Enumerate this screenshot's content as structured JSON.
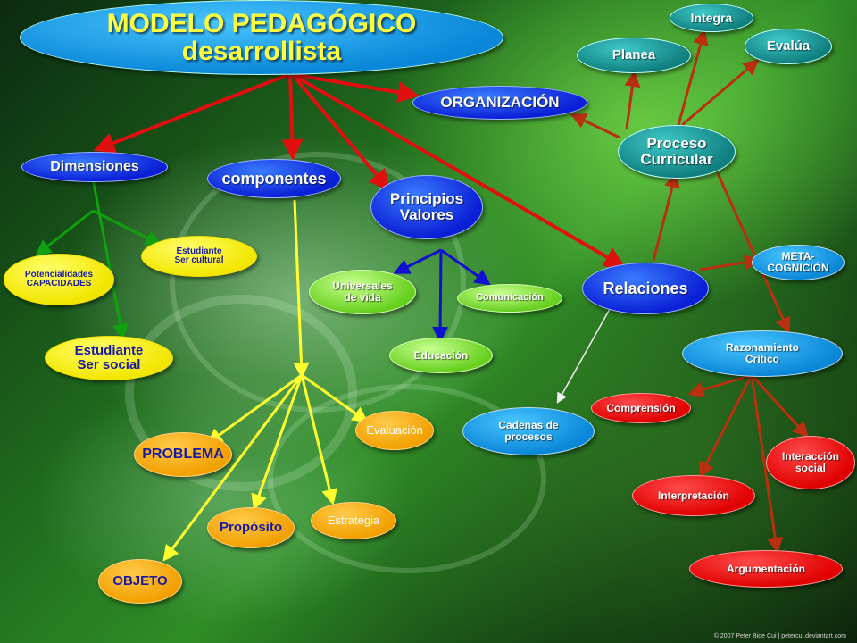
{
  "title": {
    "line1": "MODELO PEDAGÓGICO",
    "line2": "desarrollista"
  },
  "nodes": {
    "dimensiones": "Dimensiones",
    "componentes": "componentes",
    "principios_line1": "Principios",
    "principios_line2": "Valores",
    "organizacion": "ORGANIZACIÓN",
    "planea": "Planea",
    "integra": "Integra",
    "evalua": "Evalúa",
    "proceso_line1": "Proceso",
    "proceso_line2": "Curricular",
    "potencialidades_line1": "Potencialidades",
    "potencialidades_line2": "CAPACIDADES",
    "estudiante_cultural_line1": "Estudiante",
    "estudiante_cultural_line2": "Ser cultural",
    "estudiante_social_line1": "Estudiante",
    "estudiante_social_line2": "Ser social",
    "universales_line1": "Universales",
    "universales_line2": "de vida",
    "comunicacion": "Comunicación",
    "educacion": "Educación",
    "relaciones": "Relaciones",
    "meta_line1": "META-",
    "meta_line2": "COGNICIÓN",
    "razonamiento_line1": "Razonamiento",
    "razonamiento_line2": "Crítico",
    "comprension": "Comprensión",
    "interaccion_line1": "Interacción",
    "interaccion_line2": "social",
    "interpretacion": "Interpretación",
    "argumentacion": "Argumentación",
    "cadenas_line1": "Cadenas de",
    "cadenas_line2": "procesos",
    "evaluacion": "Evaluación",
    "problema": "PROBLEMA",
    "estrategia": "Estrategia",
    "proposito": "Propósito",
    "objeto": "OBJETO"
  },
  "credit": "© 2007 Peter Bide Cui | petercui.deviantart.com",
  "colors": {
    "arrow_red": "#e01010",
    "arrow_green": "#10a010",
    "arrow_blue": "#1010d0",
    "arrow_yellow": "#ffff30",
    "arrow_darkred": "#b83010",
    "arrow_white": "#f0f0f0",
    "title_text": "#ffff40",
    "node_blue": "#0b1fd6",
    "node_teal": "#10807f",
    "node_cyan": "#0a87d8",
    "node_yellow": "#f2e600",
    "node_lime": "#66d01e",
    "node_orange": "#f2a000",
    "node_red": "#e00000"
  }
}
